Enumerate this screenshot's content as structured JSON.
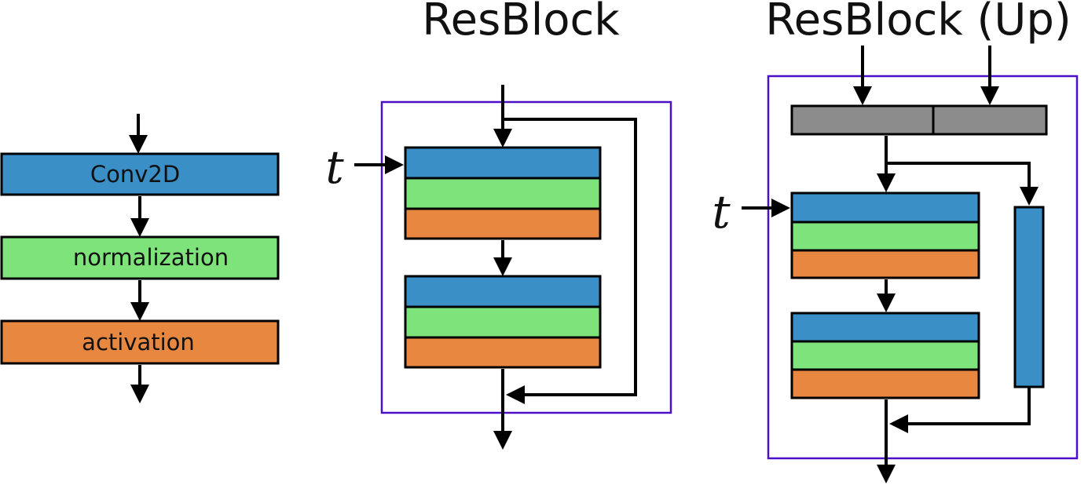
{
  "colors": {
    "conv": "#3a8fc7",
    "norm": "#7de37a",
    "act": "#e88840",
    "concat": "#8c8c8c",
    "frame": "#4b10c8"
  },
  "legend": {
    "conv_label": "Conv2D",
    "norm_label": "normalization",
    "act_label": "activation"
  },
  "resblock": {
    "title": "ResBlock",
    "input_label": "t"
  },
  "resblock_up": {
    "title": "ResBlock (Up)",
    "input_label": "t"
  }
}
